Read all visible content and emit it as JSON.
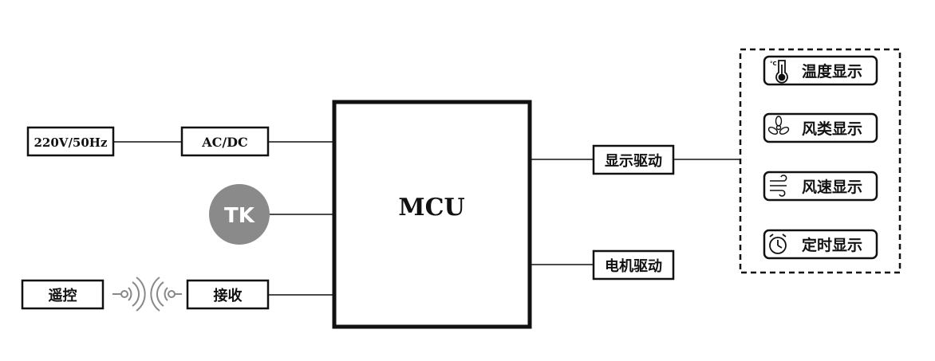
{
  "power": {
    "source_label": "220V/50Hz",
    "converter_label": "AC/DC"
  },
  "touch_key": {
    "label": "TK"
  },
  "remote": {
    "remote_label": "遥控",
    "receiver_label": "接收"
  },
  "mcu": {
    "label": "MCU"
  },
  "drivers": {
    "display_label": "显示驱动",
    "motor_label": "电机驱动"
  },
  "displays": {
    "items": [
      {
        "label": "温度显示",
        "icon": "thermometer-icon"
      },
      {
        "label": "风类显示",
        "icon": "fan-icon"
      },
      {
        "label": "风速显示",
        "icon": "wind-icon"
      },
      {
        "label": "定时显示",
        "icon": "timer-icon"
      }
    ]
  },
  "colors": {
    "stroke": "#111111",
    "tk_fill": "#8a8a8a",
    "tk_text": "#ffffff",
    "signal": "#888888"
  }
}
